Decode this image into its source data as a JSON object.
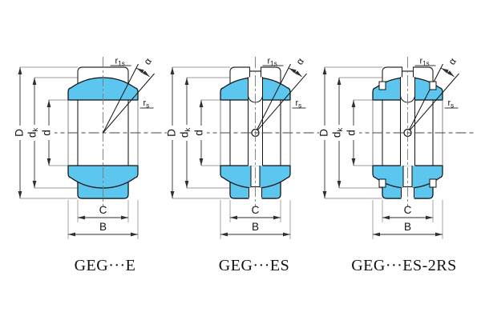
{
  "drawing": {
    "title": "spherical-plain-bearing-cross-sections",
    "background": "#ffffff",
    "section_fill_color": "#5cc6ef",
    "outline_color": "#1f1f1f",
    "extension_line_color": "#9b9b9b",
    "centerline_color": "#7a7a7a",
    "dimension_line_color": "#2f2f2f"
  },
  "dimension_labels": {
    "outer_diameter": "D",
    "sphere_diameter_base": "d",
    "sphere_diameter_sub": "k",
    "bore_diameter": "d",
    "outer_ring_width": "C",
    "inner_ring_width": "B",
    "chamfer_top_base": "r",
    "chamfer_top_sub": "1s",
    "chamfer_side_base": "r",
    "chamfer_side_sub": "s",
    "tilt_angle": "α"
  },
  "diagrams": [
    {
      "caption": "GEG···E",
      "variant": "E",
      "features": {
        "lubrication_hole": false,
        "outer_ring_groove": false,
        "seals": false
      }
    },
    {
      "caption": "GEG···ES",
      "variant": "ES",
      "features": {
        "lubrication_hole": true,
        "outer_ring_groove": true,
        "seals": false
      }
    },
    {
      "caption": "GEG···ES-2RS",
      "variant": "ES-2RS",
      "features": {
        "lubrication_hole": true,
        "outer_ring_groove": true,
        "seals": true
      }
    }
  ]
}
